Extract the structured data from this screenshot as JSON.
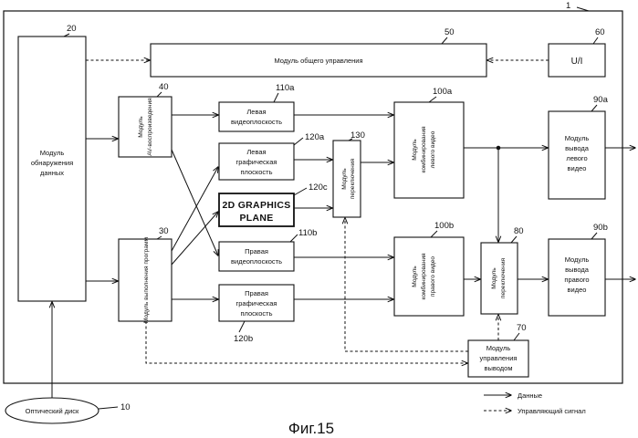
{
  "figure": {
    "caption": "Фиг.15",
    "legend": {
      "data": "Данные",
      "control": "Управляющий сигнал"
    }
  },
  "refs": {
    "device": "1",
    "r10": "10",
    "r20": "20",
    "r30": "30",
    "r40": "40",
    "r50": "50",
    "r60": "60",
    "r70": "70",
    "r80": "80",
    "r90a": "90a",
    "r90b": "90b",
    "r100a": "100a",
    "r100b": "100b",
    "r110a": "110a",
    "r110b": "110b",
    "r120a": "120a",
    "r120b": "120b",
    "r120c": "120c",
    "r130": "130"
  },
  "blocks": {
    "detect": [
      "Модуль",
      "обнаружения",
      "данных"
    ],
    "control": "Модуль общего управления",
    "ui": "U/I",
    "av": [
      "Модуль",
      "AV-воспроизведения"
    ],
    "exec": "Модуль выполнения программ",
    "left_video_plane": [
      "Левая",
      "видеоплоскость"
    ],
    "left_graphics_plane": [
      "Левая",
      "графическая",
      "плоскость"
    ],
    "graphics_2d": [
      "2D GRAPHICS",
      "PLANE"
    ],
    "right_video_plane": [
      "Правая",
      "видеоплоскость"
    ],
    "right_graphics_plane": [
      "Правая",
      "графическая",
      "плоскость"
    ],
    "switch_130": [
      "Модуль",
      "переключения"
    ],
    "combine_left": [
      "Модуль",
      "комбинирования",
      "левого видео"
    ],
    "combine_right": [
      "Модуль",
      "комбинирования",
      "правого видео"
    ],
    "switch_80": [
      "Модуль",
      "переключения"
    ],
    "out_left": [
      "Модуль",
      "вывода",
      "левого",
      "видео"
    ],
    "out_right": [
      "Модуль",
      "вывода",
      "правого",
      "видео"
    ],
    "out_control": [
      "Модуль",
      "управления",
      "выводом"
    ],
    "disc": "Оптический диск"
  }
}
